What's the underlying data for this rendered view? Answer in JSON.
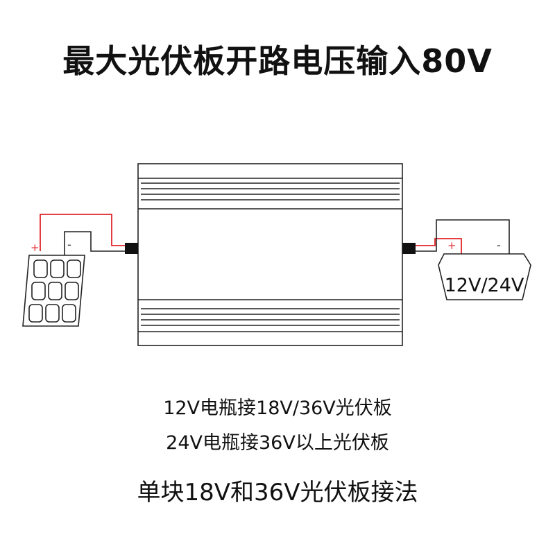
{
  "title": "最大光伏板开路电压输入80V",
  "solar_panel": {
    "plus": "+",
    "minus": "-"
  },
  "battery": {
    "label": "12V/24V",
    "plus": "+",
    "minus": "-"
  },
  "notes": {
    "line1": "12V电瓶接18V/36V光伏板",
    "line2": "24V电瓶接36V以上光伏板"
  },
  "footer": "单块18V和36V光伏板接法",
  "colors": {
    "positive_wire": "#e0262b",
    "negative_wire": "#222222",
    "outline": "#222222"
  }
}
